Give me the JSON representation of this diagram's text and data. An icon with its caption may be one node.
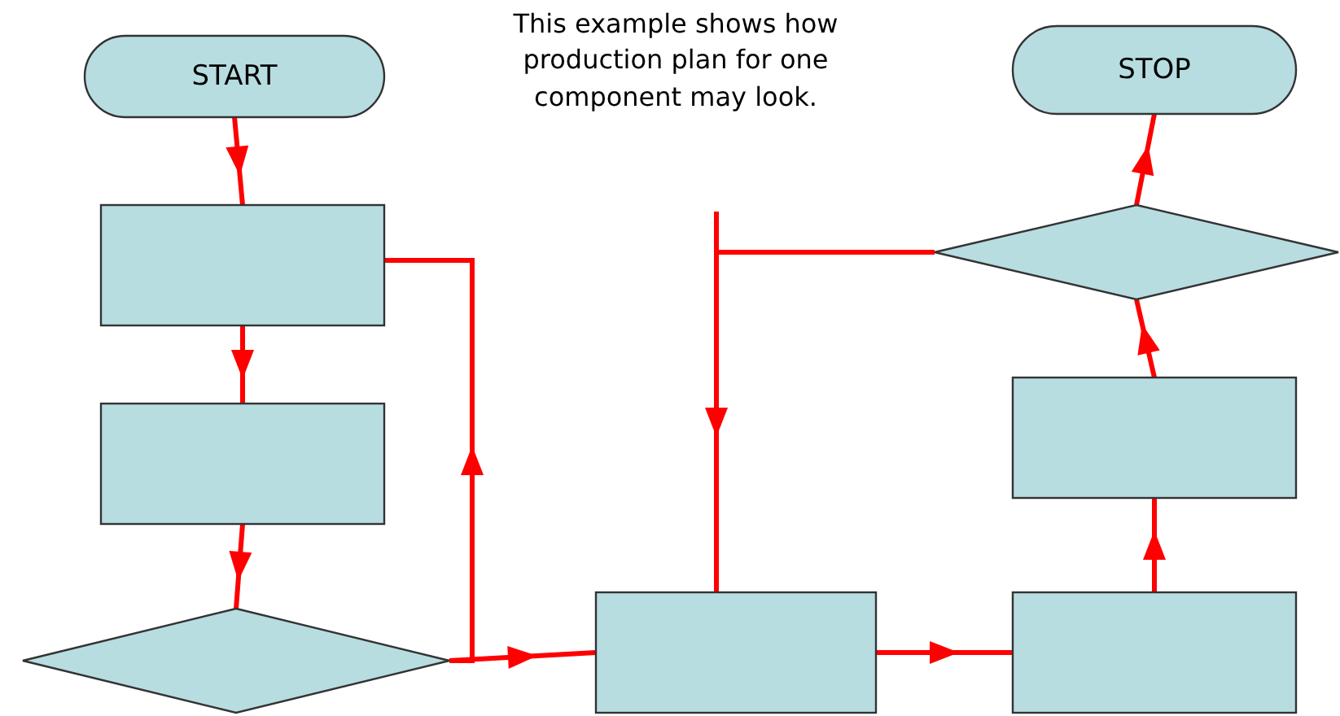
{
  "diagram": {
    "nodes": [
      {
        "text": [
          "START"
        ]
      },
      {
        "text": [],
        "shape": "box"
      },
      {
        "text": [],
        "shape": "box"
      },
      {
        "text": [],
        "shape": "diamond"
      },
      {
        "text": [],
        "shape": "box"
      },
      {
        "text": [],
        "shape": "box"
      },
      {
        "text": [],
        "shape": "box"
      },
      {
        "text": [],
        "shape": "diamond"
      },
      {
        "text": [
          "STOP"
        ]
      }
    ],
    "edges": [
      {
        "from": 0,
        "to": 1,
        "arrow": "to"
      },
      {
        "from": 1,
        "to": 2,
        "arrow": "to"
      },
      {
        "from": 2,
        "to": 3,
        "arrow": "to"
      },
      {
        "from": 3,
        "to": 4,
        "arrow": "to"
      },
      {
        "from": 3,
        "to": 1,
        "arrow": "to"
      },
      {
        "from": 4,
        "to": 5,
        "arrow": "to"
      },
      {
        "from": 5,
        "to": 6,
        "arrow": "to"
      },
      {
        "from": 6,
        "to": 7,
        "arrow": "to"
      },
      {
        "from": 7,
        "to": 8,
        "arrow": "to"
      },
      {
        "from": 7,
        "to": 4,
        "arrow": "to"
      }
    ],
    "labels": [
      "This example shows how production plan for one component may look."
    ]
  }
}
